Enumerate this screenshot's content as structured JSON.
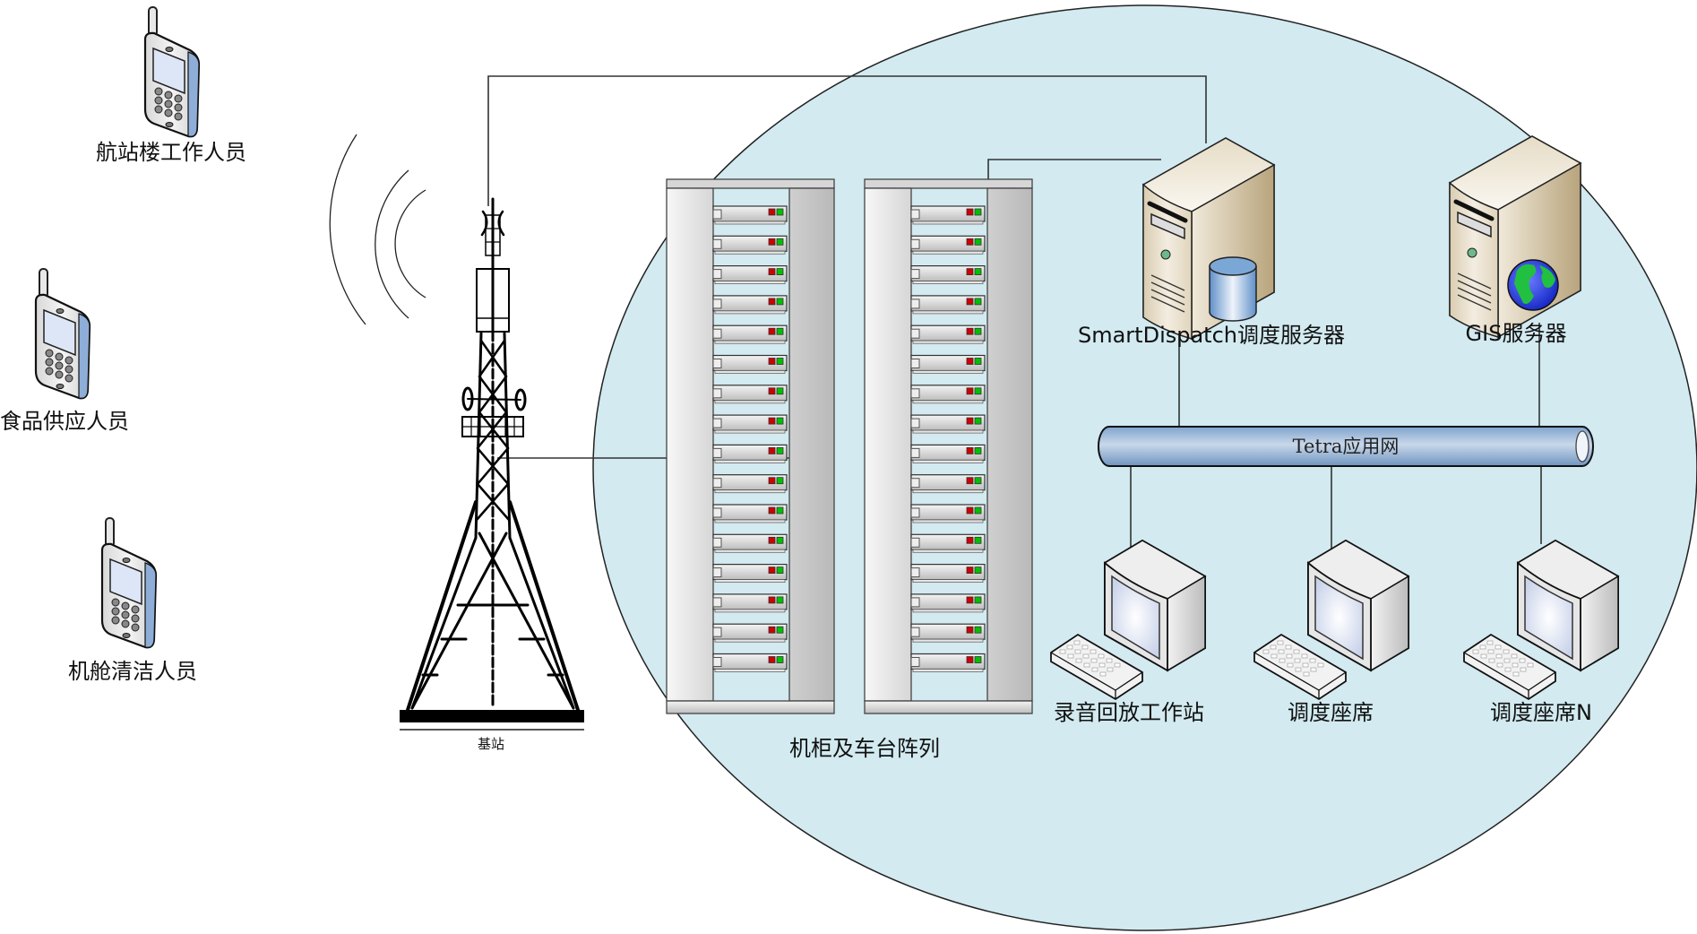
{
  "diagram": {
    "title": "Tetra dispatch system topology",
    "colors": {
      "zone_fill": "#d2eaf0",
      "pipe": "#8fb0d3",
      "server_body": "#e7dcc6",
      "led_red": "#d00000",
      "led_green": "#00c000"
    },
    "terminals": [
      {
        "id": "phone-terminal-staff",
        "label": "航站楼工作人员",
        "icon": "mobile-phone-icon"
      },
      {
        "id": "phone-food-supply",
        "label": "食品供应人员",
        "icon": "mobile-phone-icon"
      },
      {
        "id": "phone-cabin-cleaning",
        "label": "机舱清洁人员",
        "icon": "mobile-phone-icon"
      }
    ],
    "base_station": {
      "label": "基站",
      "icon": "radio-tower-icon"
    },
    "rack_array": {
      "label": "机柜及车台阵列",
      "racks": 2,
      "units_per_rack": 16,
      "icon": "server-rack-icon"
    },
    "servers": [
      {
        "id": "smartdispatch",
        "label": "SmartDispatch调度服务器",
        "icon": "database-server-icon"
      },
      {
        "id": "gis",
        "label": "GIS服务器",
        "icon": "web-server-icon"
      }
    ],
    "network": {
      "label": "Tetra应用网",
      "icon": "network-pipe-icon"
    },
    "workstations": [
      {
        "id": "recording",
        "label": "录音回放工作站",
        "icon": "workstation-icon"
      },
      {
        "id": "dispatch-seat",
        "label": "调度座席",
        "icon": "workstation-icon"
      },
      {
        "id": "dispatch-seat-n",
        "label": "调度座席N",
        "icon": "workstation-icon"
      }
    ]
  }
}
